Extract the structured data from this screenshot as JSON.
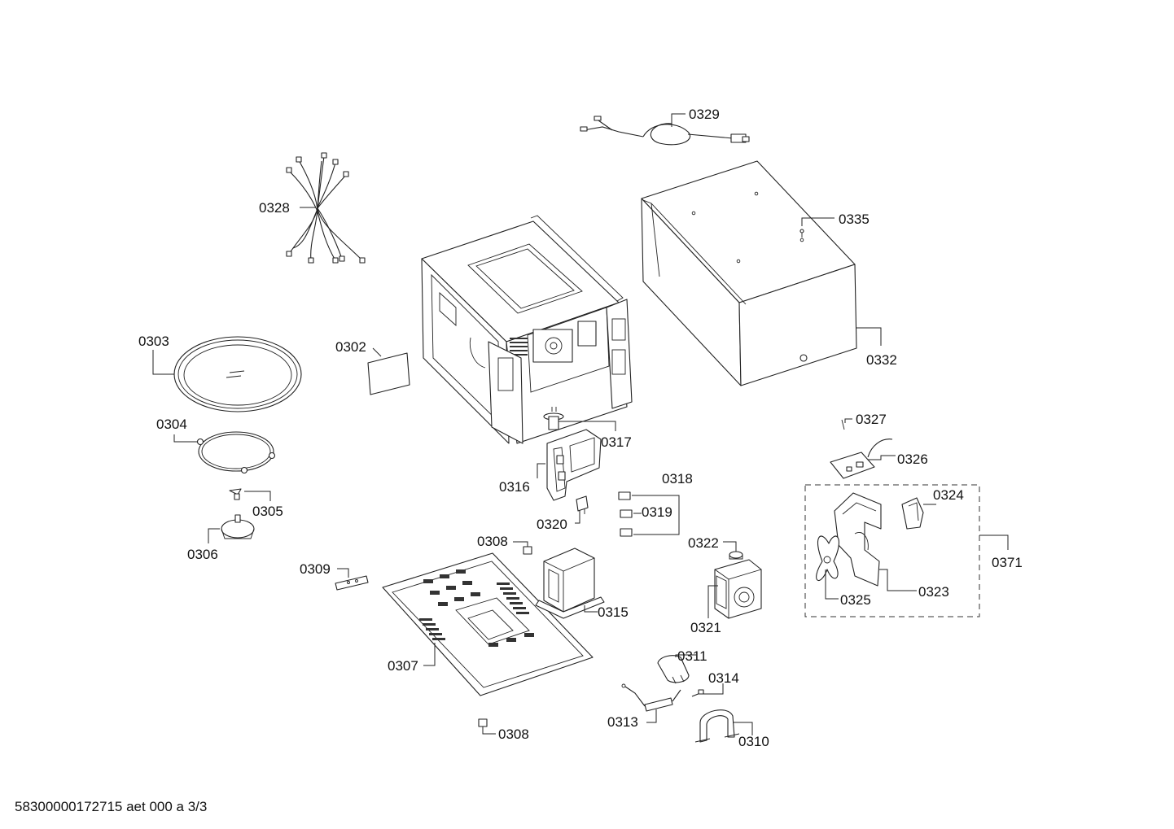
{
  "labels": {
    "p0302": "0302",
    "p0303": "0303",
    "p0304": "0304",
    "p0305": "0305",
    "p0306": "0306",
    "p0307": "0307",
    "p0308a": "0308",
    "p0308b": "0308",
    "p0309": "0309",
    "p0310": "0310",
    "p0311": "0311",
    "p0313": "0313",
    "p0314": "0314",
    "p0315": "0315",
    "p0316": "0316",
    "p0317": "0317",
    "p0318": "0318",
    "p0319": "0319",
    "p0320": "0320",
    "p0321": "0321",
    "p0322": "0322",
    "p0323": "0323",
    "p0324": "0324",
    "p0325": "0325",
    "p0326": "0326",
    "p0327": "0327",
    "p0328": "0328",
    "p0329": "0329",
    "p0332": "0332",
    "p0335": "0335",
    "p0371": "0371"
  },
  "footer": "58300000172715 aet 000 a 3/3"
}
